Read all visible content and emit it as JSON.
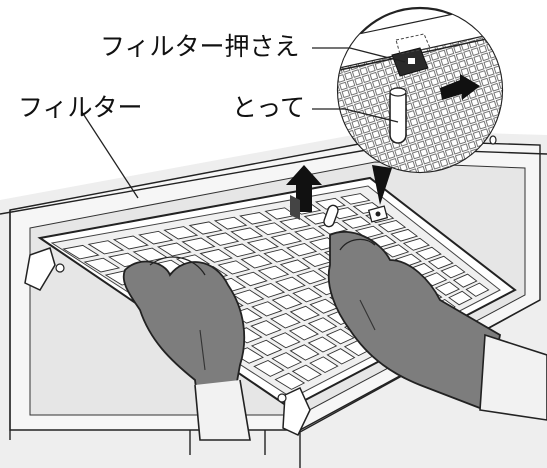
{
  "labels": {
    "filter_holder": "フィルター押さえ",
    "filter": "フィルター",
    "handle": "とって"
  },
  "colors": {
    "line": "#222222",
    "glove": "#7a7a7a",
    "glove_dark": "#5e5e5e",
    "panel": "#e8e8e8",
    "panel_light": "#f4f4f4",
    "arrow": "#111111"
  }
}
